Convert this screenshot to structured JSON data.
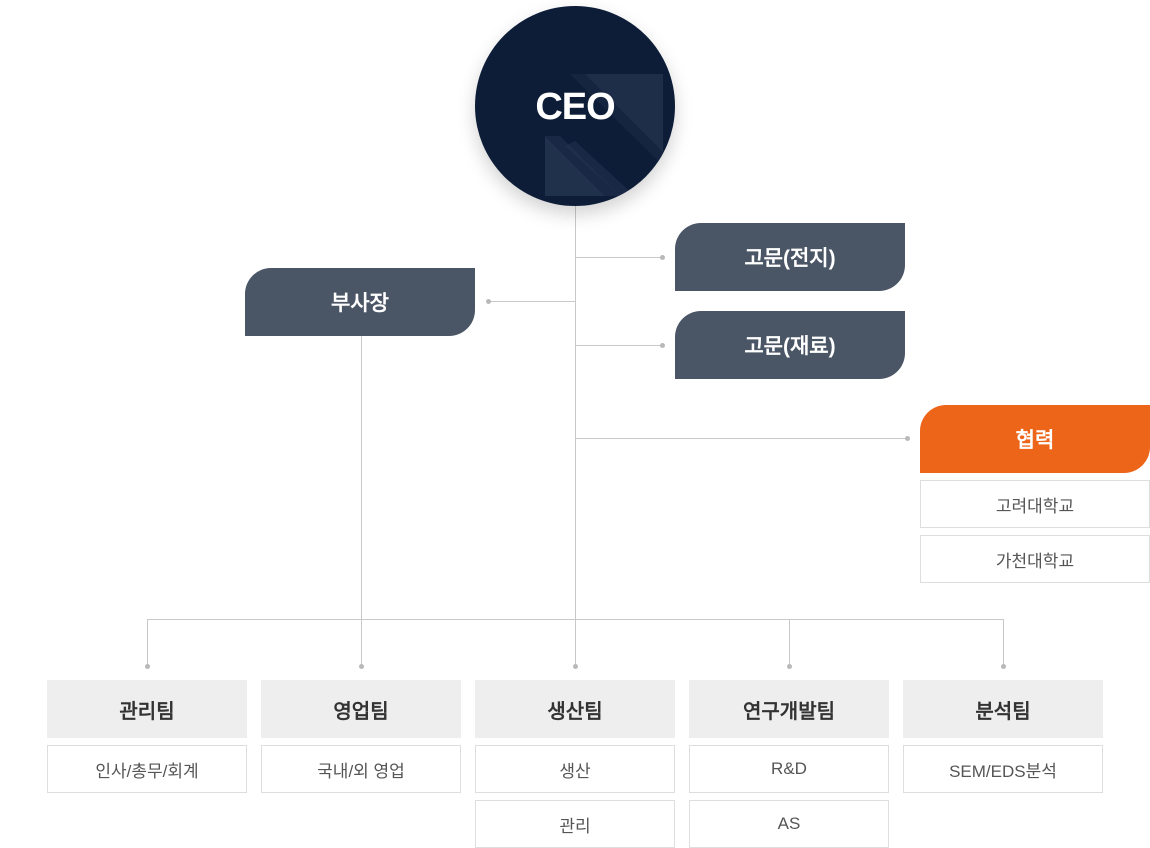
{
  "ceo": {
    "label": "CEO"
  },
  "vice_president": {
    "label": "부사장"
  },
  "advisors": [
    {
      "label": "고문(전지)"
    },
    {
      "label": "고문(재료)"
    }
  ],
  "cooperation": {
    "label": "협력",
    "items": [
      "고려대학교",
      "가천대학교"
    ]
  },
  "teams": [
    {
      "name": "관리팀",
      "items": [
        "인사/총무/회계"
      ]
    },
    {
      "name": "영업팀",
      "items": [
        "국내/외 영업"
      ]
    },
    {
      "name": "생산팀",
      "items": [
        "생산",
        "관리"
      ]
    },
    {
      "name": "연구개발팀",
      "items": [
        "R&D",
        "AS"
      ]
    },
    {
      "name": "분석팀",
      "items": [
        "SEM/EDS분석"
      ]
    }
  ],
  "colors": {
    "ceo_bg": "#0d1d38",
    "node_bg": "#4a5565",
    "accent": "#ed6519",
    "team_bg": "#eeeeee",
    "line": "#c9c9c9"
  }
}
